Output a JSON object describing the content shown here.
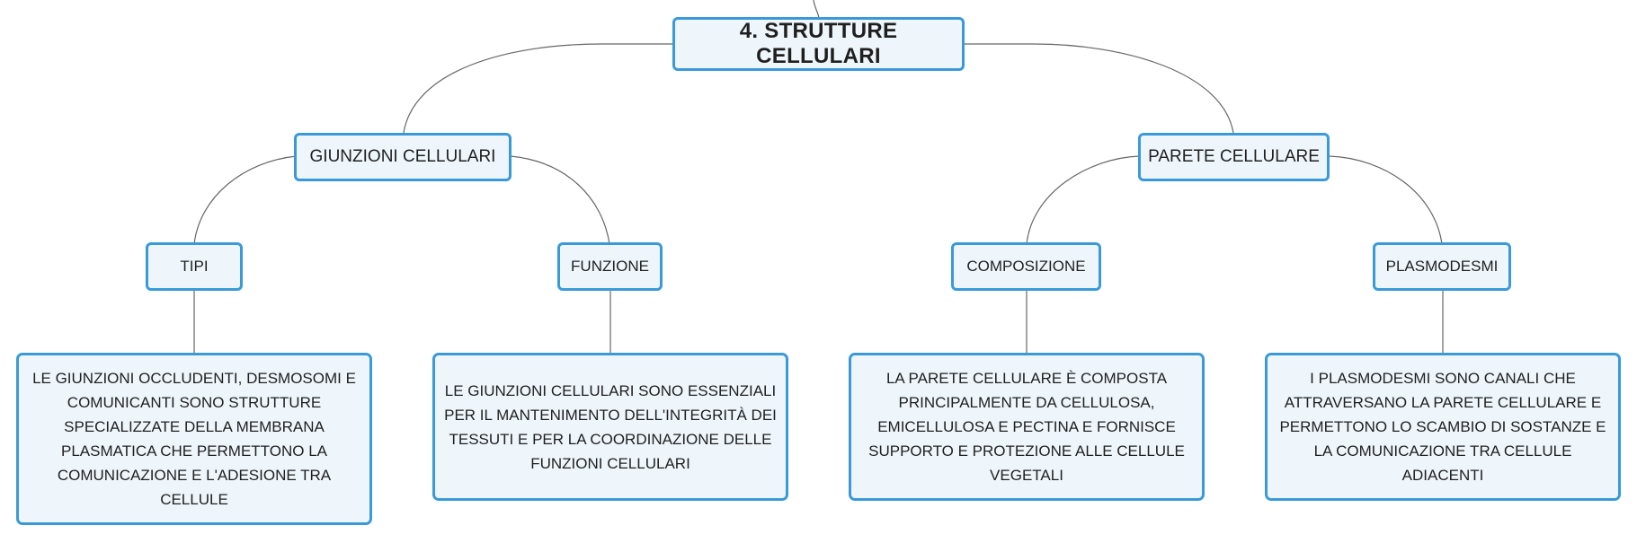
{
  "diagram": {
    "root": {
      "label": "4. STRUTTURE CELLULARI"
    },
    "branches": [
      {
        "label": "GIUNZIONI CELLULARI",
        "children": [
          {
            "label": "TIPI",
            "detail": "LE GIUNZIONI OCCLUDENTI, DESMOSOMI E COMUNICANTI SONO STRUTTURE SPECIALIZZATE DELLA MEMBRANA PLASMATICA CHE PERMETTONO LA COMUNICAZIONE E L'ADESIONE TRA CELLULE"
          },
          {
            "label": "FUNZIONE",
            "detail": "LE GIUNZIONI CELLULARI SONO ESSENZIALI PER IL MANTENIMENTO DELL'INTEGRITÀ DEI TESSUTI E PER LA COORDINAZIONE DELLE FUNZIONI CELLULARI"
          }
        ]
      },
      {
        "label": "PARETE CELLULARE",
        "children": [
          {
            "label": "COMPOSIZIONE",
            "detail": "LA PARETE CELLULARE È COMPOSTA PRINCIPALMENTE DA CELLULOSA, EMICELLULOSA E PECTINA E FORNISCE SUPPORTO E PROTEZIONE ALLE CELLULE VEGETALI"
          },
          {
            "label": "PLASMODESMI",
            "detail": "I PLASMODESMI SONO CANALI CHE ATTRAVERSANO LA PARETE CELLULARE E PERMETTONO LO SCAMBIO DI SOSTANZE E LA COMUNICAZIONE TRA CELLULE ADIACENTI"
          }
        ]
      }
    ]
  },
  "colors": {
    "node_border": "#3a9ad9",
    "node_fill": "#eef6fc",
    "connector": "#666666"
  }
}
